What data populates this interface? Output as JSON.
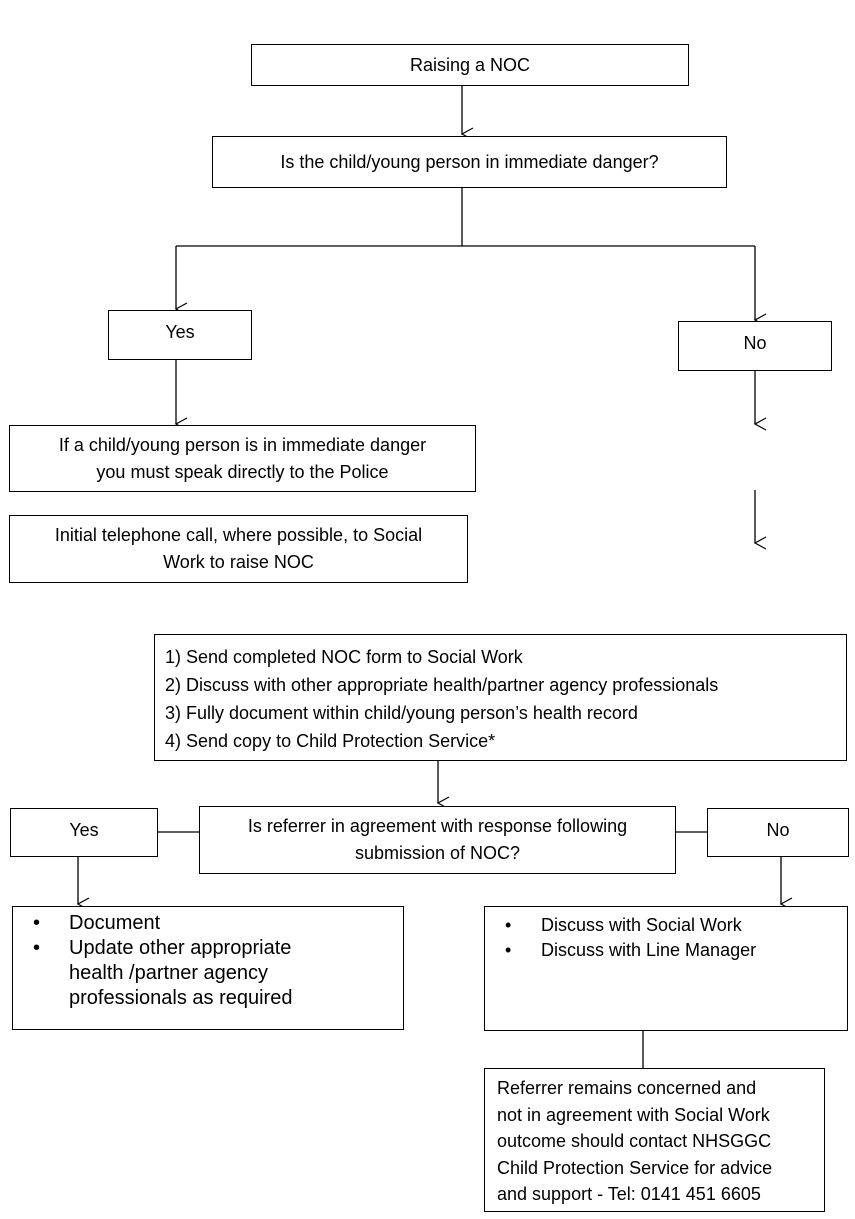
{
  "flowchart": {
    "start": "Raising a NOC",
    "q_danger": "Is the child/young person in immediate danger?",
    "yes_1": "Yes",
    "no_1": "No",
    "police": [
      "If a child/young person is in immediate danger",
      "you must speak directly to the Police"
    ],
    "initial_call": [
      "Initial telephone call, where possible, to Social",
      "Work to raise NOC"
    ],
    "steps": [
      "1) Send completed NOC form to Social Work",
      "2) Discuss with other appropriate health/partner agency professionals",
      "3) Fully document within child/young person’s health record",
      "4) Send copy to Child Protection Service*"
    ],
    "q_agree": [
      "Is referrer in agreement with response following",
      "submission of NOC?"
    ],
    "yes_2": "Yes",
    "no_2": "No",
    "yes_actions": [
      "Document",
      "Update other appropriate health /partner agency professionals as required"
    ],
    "no_actions": [
      "Discuss with Social  Work",
      "Discuss with Line  Manager"
    ],
    "final": [
      "Referrer remains concerned and",
      "not in agreement with Social Work",
      "outcome should contact  NHSGGC",
      "Child Protection Service for advice",
      "and support - Tel:  0141 451 6605"
    ]
  }
}
